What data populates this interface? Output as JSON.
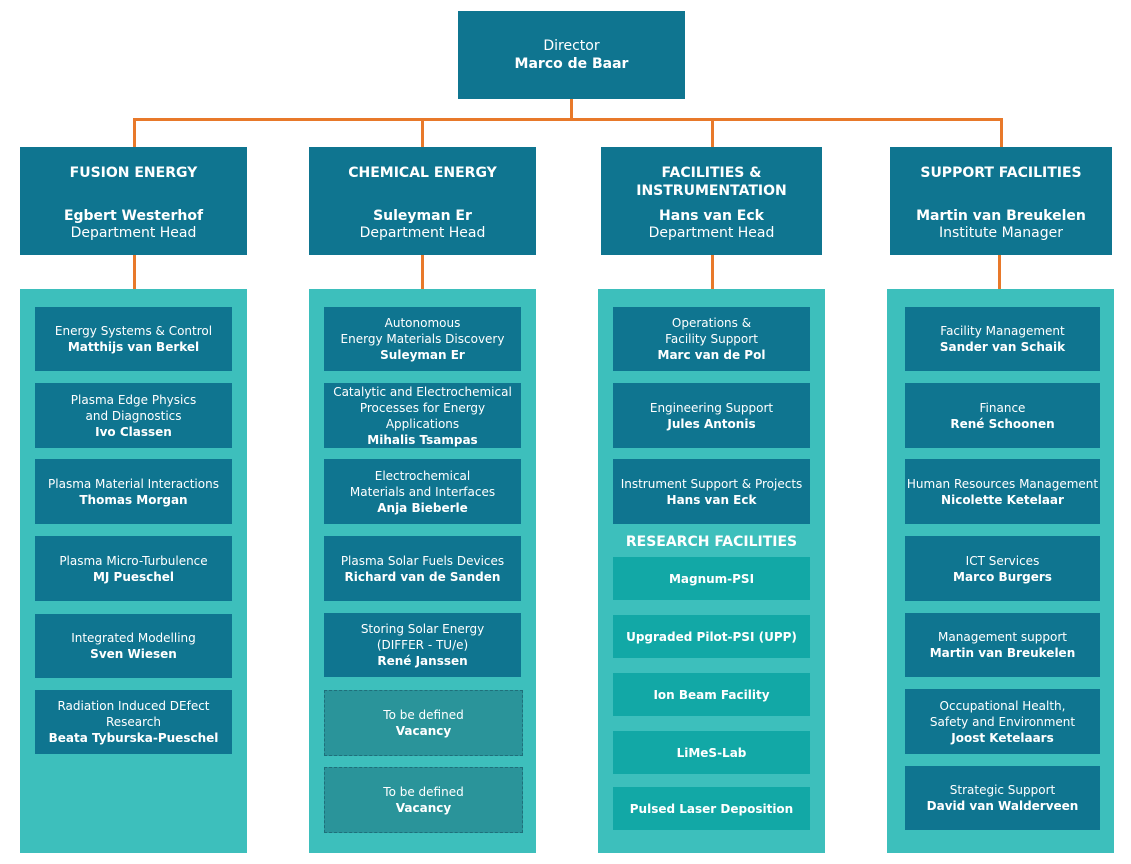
{
  "director": {
    "role": "Director",
    "name": "Marco de Baar"
  },
  "departments": [
    {
      "title": "FUSION ENERGY",
      "head_name": "Egbert Westerhof",
      "head_role": "Department Head",
      "units": [
        {
          "unit": "Energy Systems & Control",
          "head": "Matthijs van Berkel"
        },
        {
          "unit": "Plasma Edge Physics\nand Diagnostics",
          "head": "Ivo Classen"
        },
        {
          "unit": "Plasma Material Interactions",
          "head": "Thomas Morgan"
        },
        {
          "unit": "Plasma Micro-Turbulence",
          "head": "MJ Pueschel"
        },
        {
          "unit": "Integrated Modelling",
          "head": "Sven Wiesen"
        },
        {
          "unit": "Radiation Induced DEfect Research",
          "head": "Beata Tyburska-Pueschel"
        }
      ]
    },
    {
      "title": "CHEMICAL ENERGY",
      "head_name": "Suleyman Er",
      "head_role": "Department Head",
      "units": [
        {
          "unit": "Autonomous\nEnergy Materials Discovery",
          "head": "Suleyman Er"
        },
        {
          "unit": "Catalytic and Electrochemical\nProcesses for Energy Applications",
          "head": "Mihalis Tsampas"
        },
        {
          "unit": "Electrochemical\nMaterials and Interfaces",
          "head": "Anja Bieberle"
        },
        {
          "unit": "Plasma Solar Fuels Devices",
          "head": "Richard van de Sanden"
        },
        {
          "unit": "Storing Solar Energy\n(DIFFER - TU/e)",
          "head": "René Janssen"
        },
        {
          "unit": "To be defined",
          "head": "Vacancy"
        },
        {
          "unit": "To be defined",
          "head": "Vacancy"
        }
      ]
    },
    {
      "title": "FACILITIES &\nINSTRUMENTATION",
      "head_name": "Hans van Eck",
      "head_role": "Department Head",
      "units": [
        {
          "unit": "Operations &\nFacility Support",
          "head": "Marc van de Pol"
        },
        {
          "unit": "Engineering Support",
          "head": "Jules Antonis"
        },
        {
          "unit": "Instrument Support & Projects",
          "head": "Hans van Eck"
        }
      ],
      "research_title": "RESEARCH FACILITIES",
      "research": [
        "Magnum-PSI",
        "Upgraded Pilot-PSI (UPP)",
        "Ion Beam Facility",
        "LiMeS-Lab",
        "Pulsed Laser Deposition"
      ]
    },
    {
      "title": "SUPPORT FACILITIES",
      "head_name": "Martin van Breukelen",
      "head_role": "Institute Manager",
      "units": [
        {
          "unit": "Facility Management",
          "head": "Sander van Schaik"
        },
        {
          "unit": "Finance",
          "head": "René Schoonen"
        },
        {
          "unit": "Human Resources Management",
          "head": "Nicolette Ketelaar"
        },
        {
          "unit": "ICT Services",
          "head": "Marco Burgers"
        },
        {
          "unit": "Management support",
          "head": "Martin van Breukelen"
        },
        {
          "unit": "Occupational Health,\nSafety and Environment",
          "head": "Joost Ketelaars"
        },
        {
          "unit": "Strategic Support",
          "head": "David van Walderveen"
        }
      ]
    }
  ],
  "colors": {
    "dark": "#0f7590",
    "light": "#3dbfbc",
    "connector": "#e8792a",
    "research": "#12a8a6"
  }
}
